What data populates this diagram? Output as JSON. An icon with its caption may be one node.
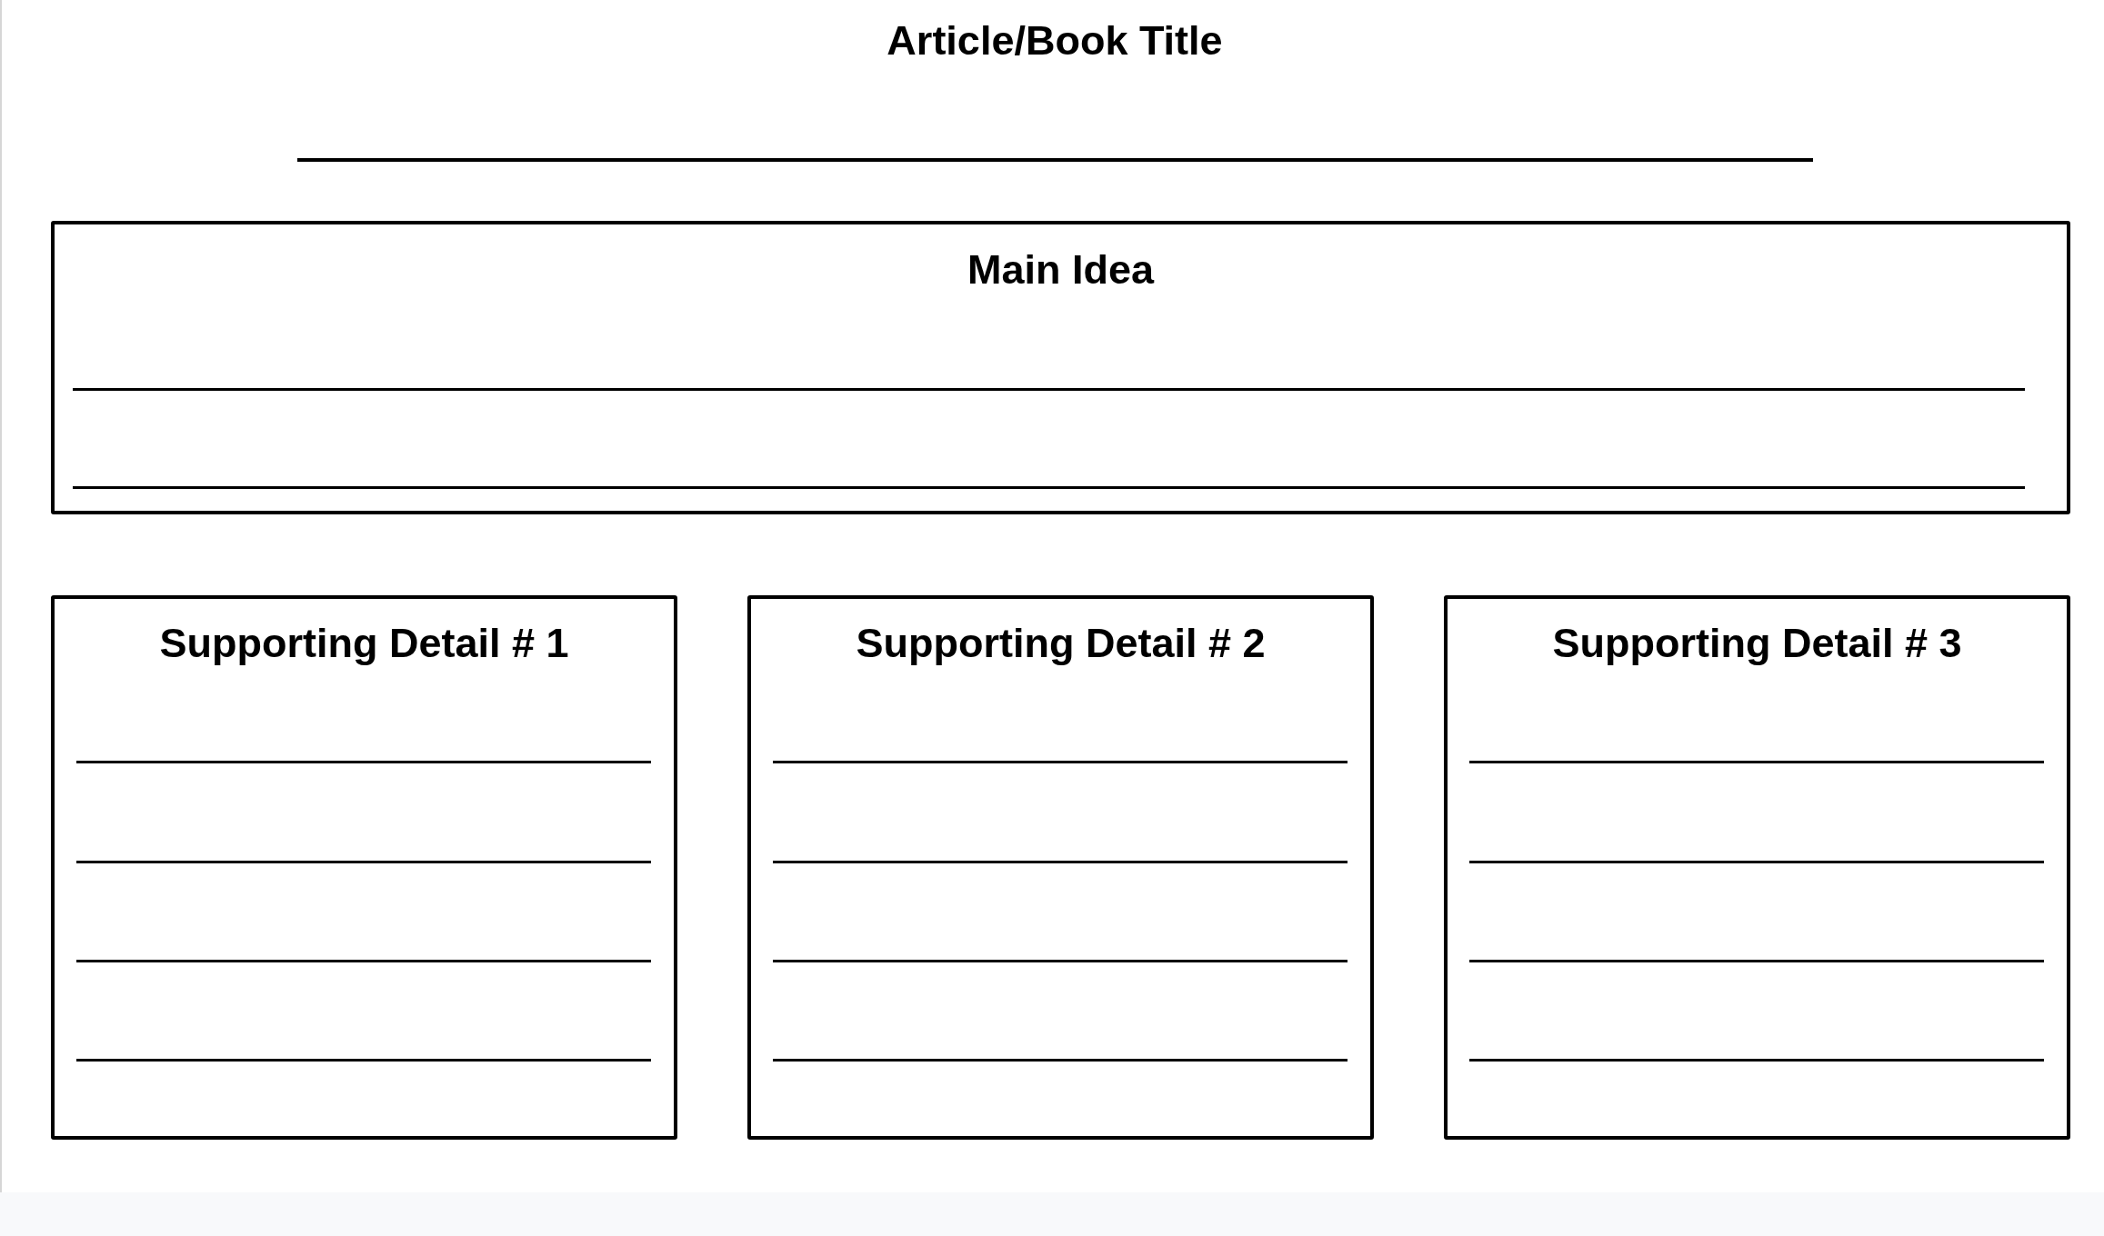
{
  "diagram": {
    "title": "Article/Book Title",
    "nodes": [
      {
        "text": [
          "Main Idea"
        ]
      },
      {
        "text": [
          "Supporting Detail # 1"
        ]
      },
      {
        "text": [
          "Supporting Detail # 2"
        ]
      },
      {
        "text": [
          "Supporting Detail # 3"
        ]
      }
    ]
  }
}
